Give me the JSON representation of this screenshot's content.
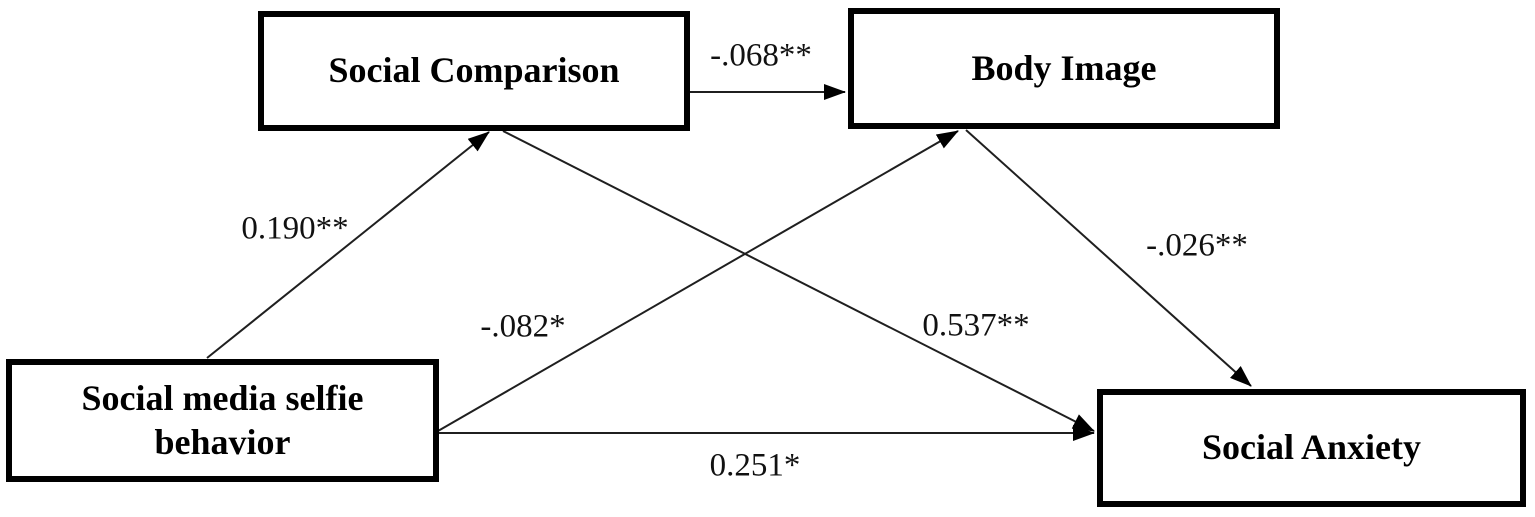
{
  "diagram": {
    "type": "path-model",
    "background_color": "#ffffff",
    "box_border_color": "#000000",
    "arrow_color": "#1f1f1f",
    "text_color": "#000000",
    "nodes": {
      "social_comparison": {
        "label": "Social Comparison"
      },
      "body_image": {
        "label": "Body Image"
      },
      "selfie_behavior": {
        "label": "Social media selfie behavior"
      },
      "social_anxiety": {
        "label": "Social Anxiety"
      }
    },
    "edges": [
      {
        "from": "selfie_behavior",
        "to": "social_comparison",
        "label": "0.190**"
      },
      {
        "from": "social_comparison",
        "to": "body_image",
        "label": "-.068**"
      },
      {
        "from": "selfie_behavior",
        "to": "body_image",
        "label": "-.082*"
      },
      {
        "from": "social_comparison",
        "to": "social_anxiety",
        "label": "0.537**"
      },
      {
        "from": "body_image",
        "to": "social_anxiety",
        "label": "-.026**"
      },
      {
        "from": "selfie_behavior",
        "to": "social_anxiety",
        "label": "0.251*"
      }
    ]
  }
}
